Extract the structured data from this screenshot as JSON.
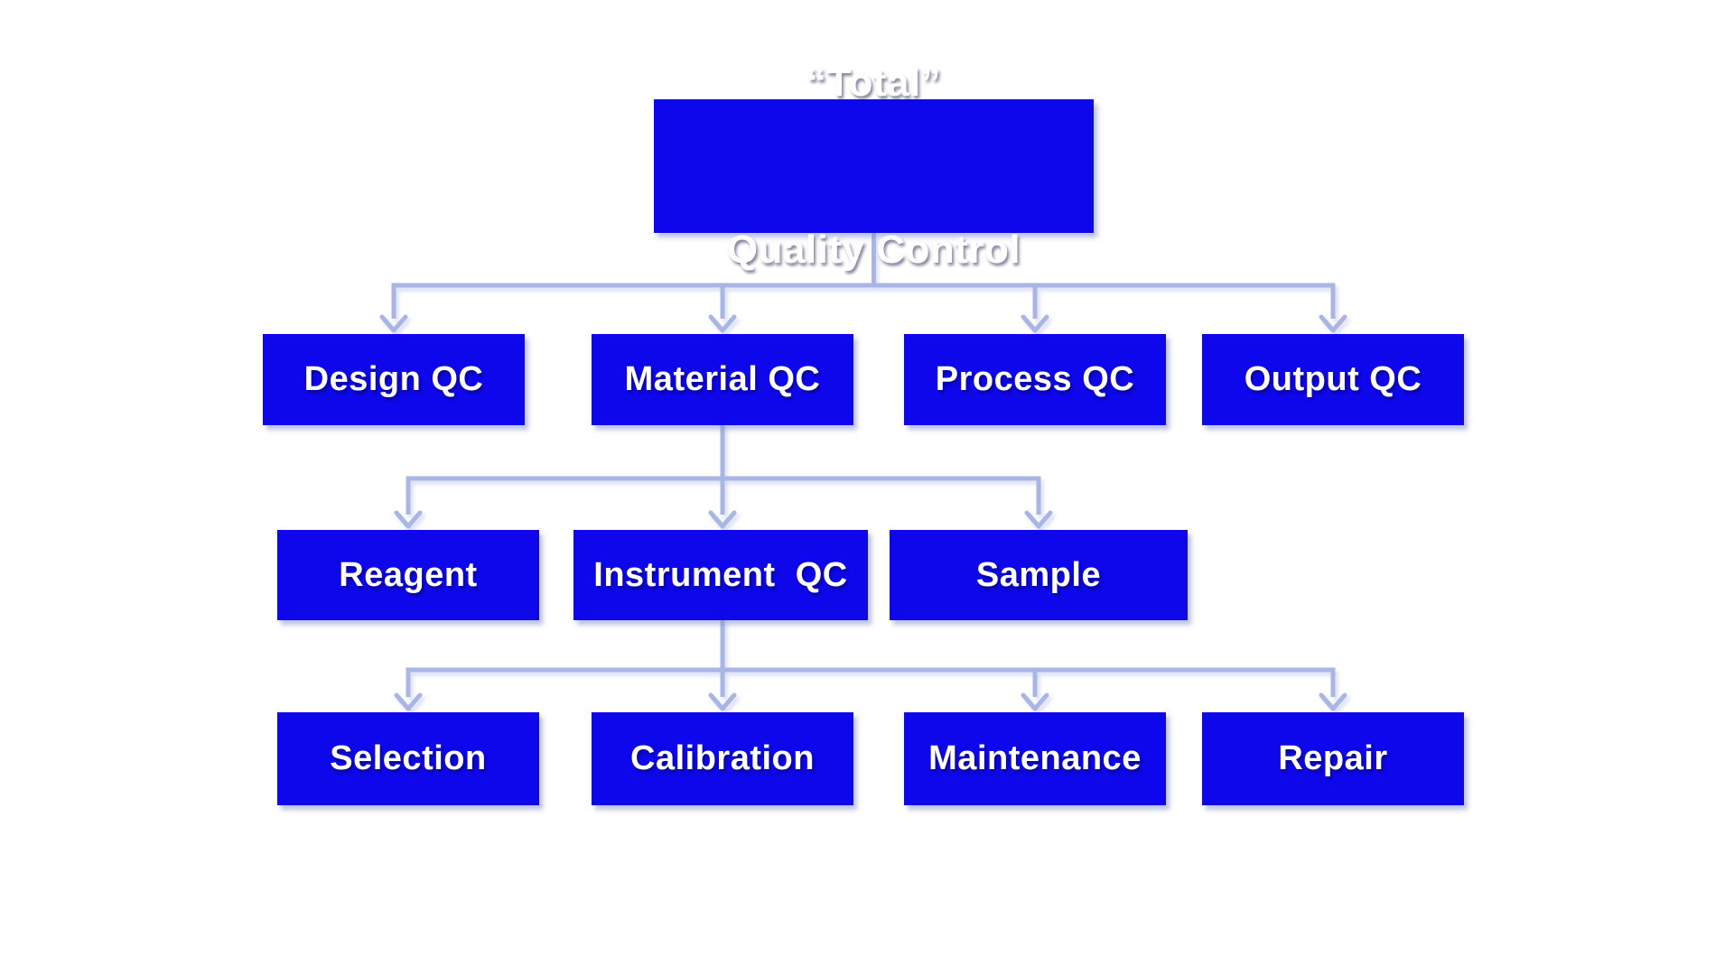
{
  "diagram": {
    "root": {
      "label_line1": "“Total”",
      "label_line2": "Quality Control"
    },
    "level2": [
      {
        "id": "design-qc",
        "label": "Design QC",
        "parent": "total-quality-control"
      },
      {
        "id": "material-qc",
        "label": "Material QC",
        "parent": "total-quality-control"
      },
      {
        "id": "process-qc",
        "label": "Process QC",
        "parent": "total-quality-control"
      },
      {
        "id": "output-qc",
        "label": "Output QC",
        "parent": "total-quality-control"
      }
    ],
    "level3": [
      {
        "id": "reagent",
        "label": "Reagent",
        "parent": "material-qc"
      },
      {
        "id": "instrument-qc",
        "label": "Instrument  QC",
        "parent": "material-qc"
      },
      {
        "id": "sample",
        "label": "Sample",
        "parent": "material-qc"
      }
    ],
    "level4": [
      {
        "id": "selection",
        "label": "Selection",
        "parent": "instrument-qc"
      },
      {
        "id": "calibration",
        "label": "Calibration",
        "parent": "instrument-qc"
      },
      {
        "id": "maintenance",
        "label": "Maintenance",
        "parent": "instrument-qc"
      },
      {
        "id": "repair",
        "label": "Repair",
        "parent": "instrument-qc"
      }
    ],
    "colors": {
      "box_fill": "#0e07ec",
      "box_text": "#ffffff",
      "connector": "#a9b6e3",
      "background": "#ffffff"
    }
  }
}
